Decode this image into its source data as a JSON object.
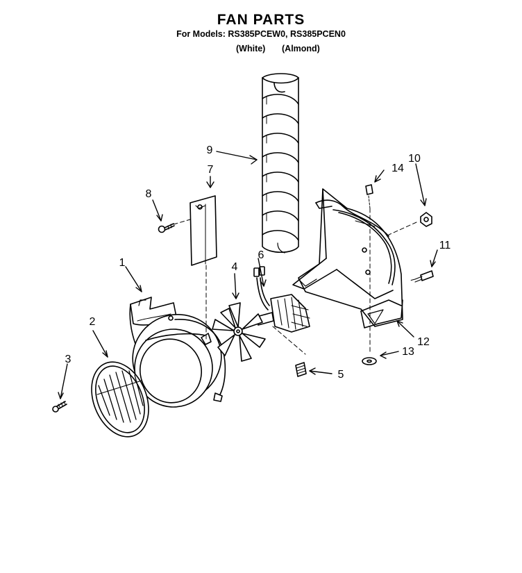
{
  "header": {
    "title": "FAN PARTS",
    "models_line": "For Models: RS385PCEW0, RS385PCEN0",
    "color_white": "(White)",
    "color_almond": "(Almond)"
  },
  "callouts": [
    "1",
    "2",
    "3",
    "4",
    "5",
    "6",
    "7",
    "8",
    "9",
    "10",
    "11",
    "12",
    "13",
    "14"
  ]
}
